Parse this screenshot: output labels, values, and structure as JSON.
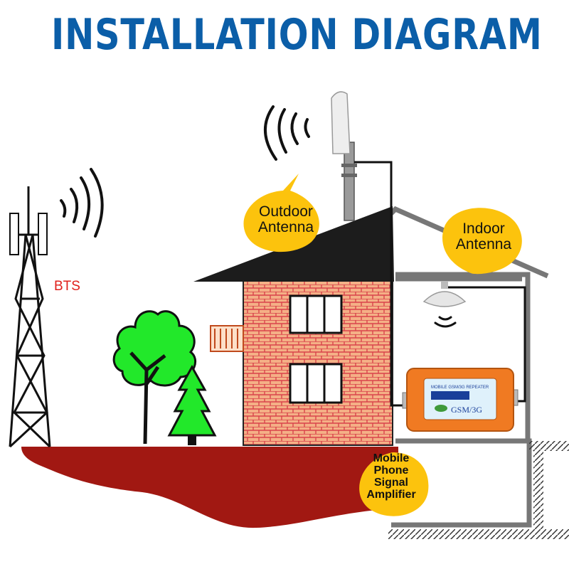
{
  "title": "INSTALLATION DIAGRAM",
  "labels": {
    "bts": "BTS",
    "outdoor_antenna": "Outdoor Antenna",
    "indoor_antenna": "Indoor Antenna",
    "amplifier": "Mobile Phone Signal Amplifier"
  },
  "repeater": {
    "brand": "MOBILE GSM/3G REPEATER",
    "band": "GSM/3G"
  },
  "colors": {
    "title": "#0b5ea8",
    "bts_label": "#e0201b",
    "bubble": "#fcc30d",
    "ground": "#a11812",
    "brick": "#f4b086",
    "roof": "#1c1c1c",
    "tree": "#22e82a",
    "repeater": "#f07a22"
  }
}
